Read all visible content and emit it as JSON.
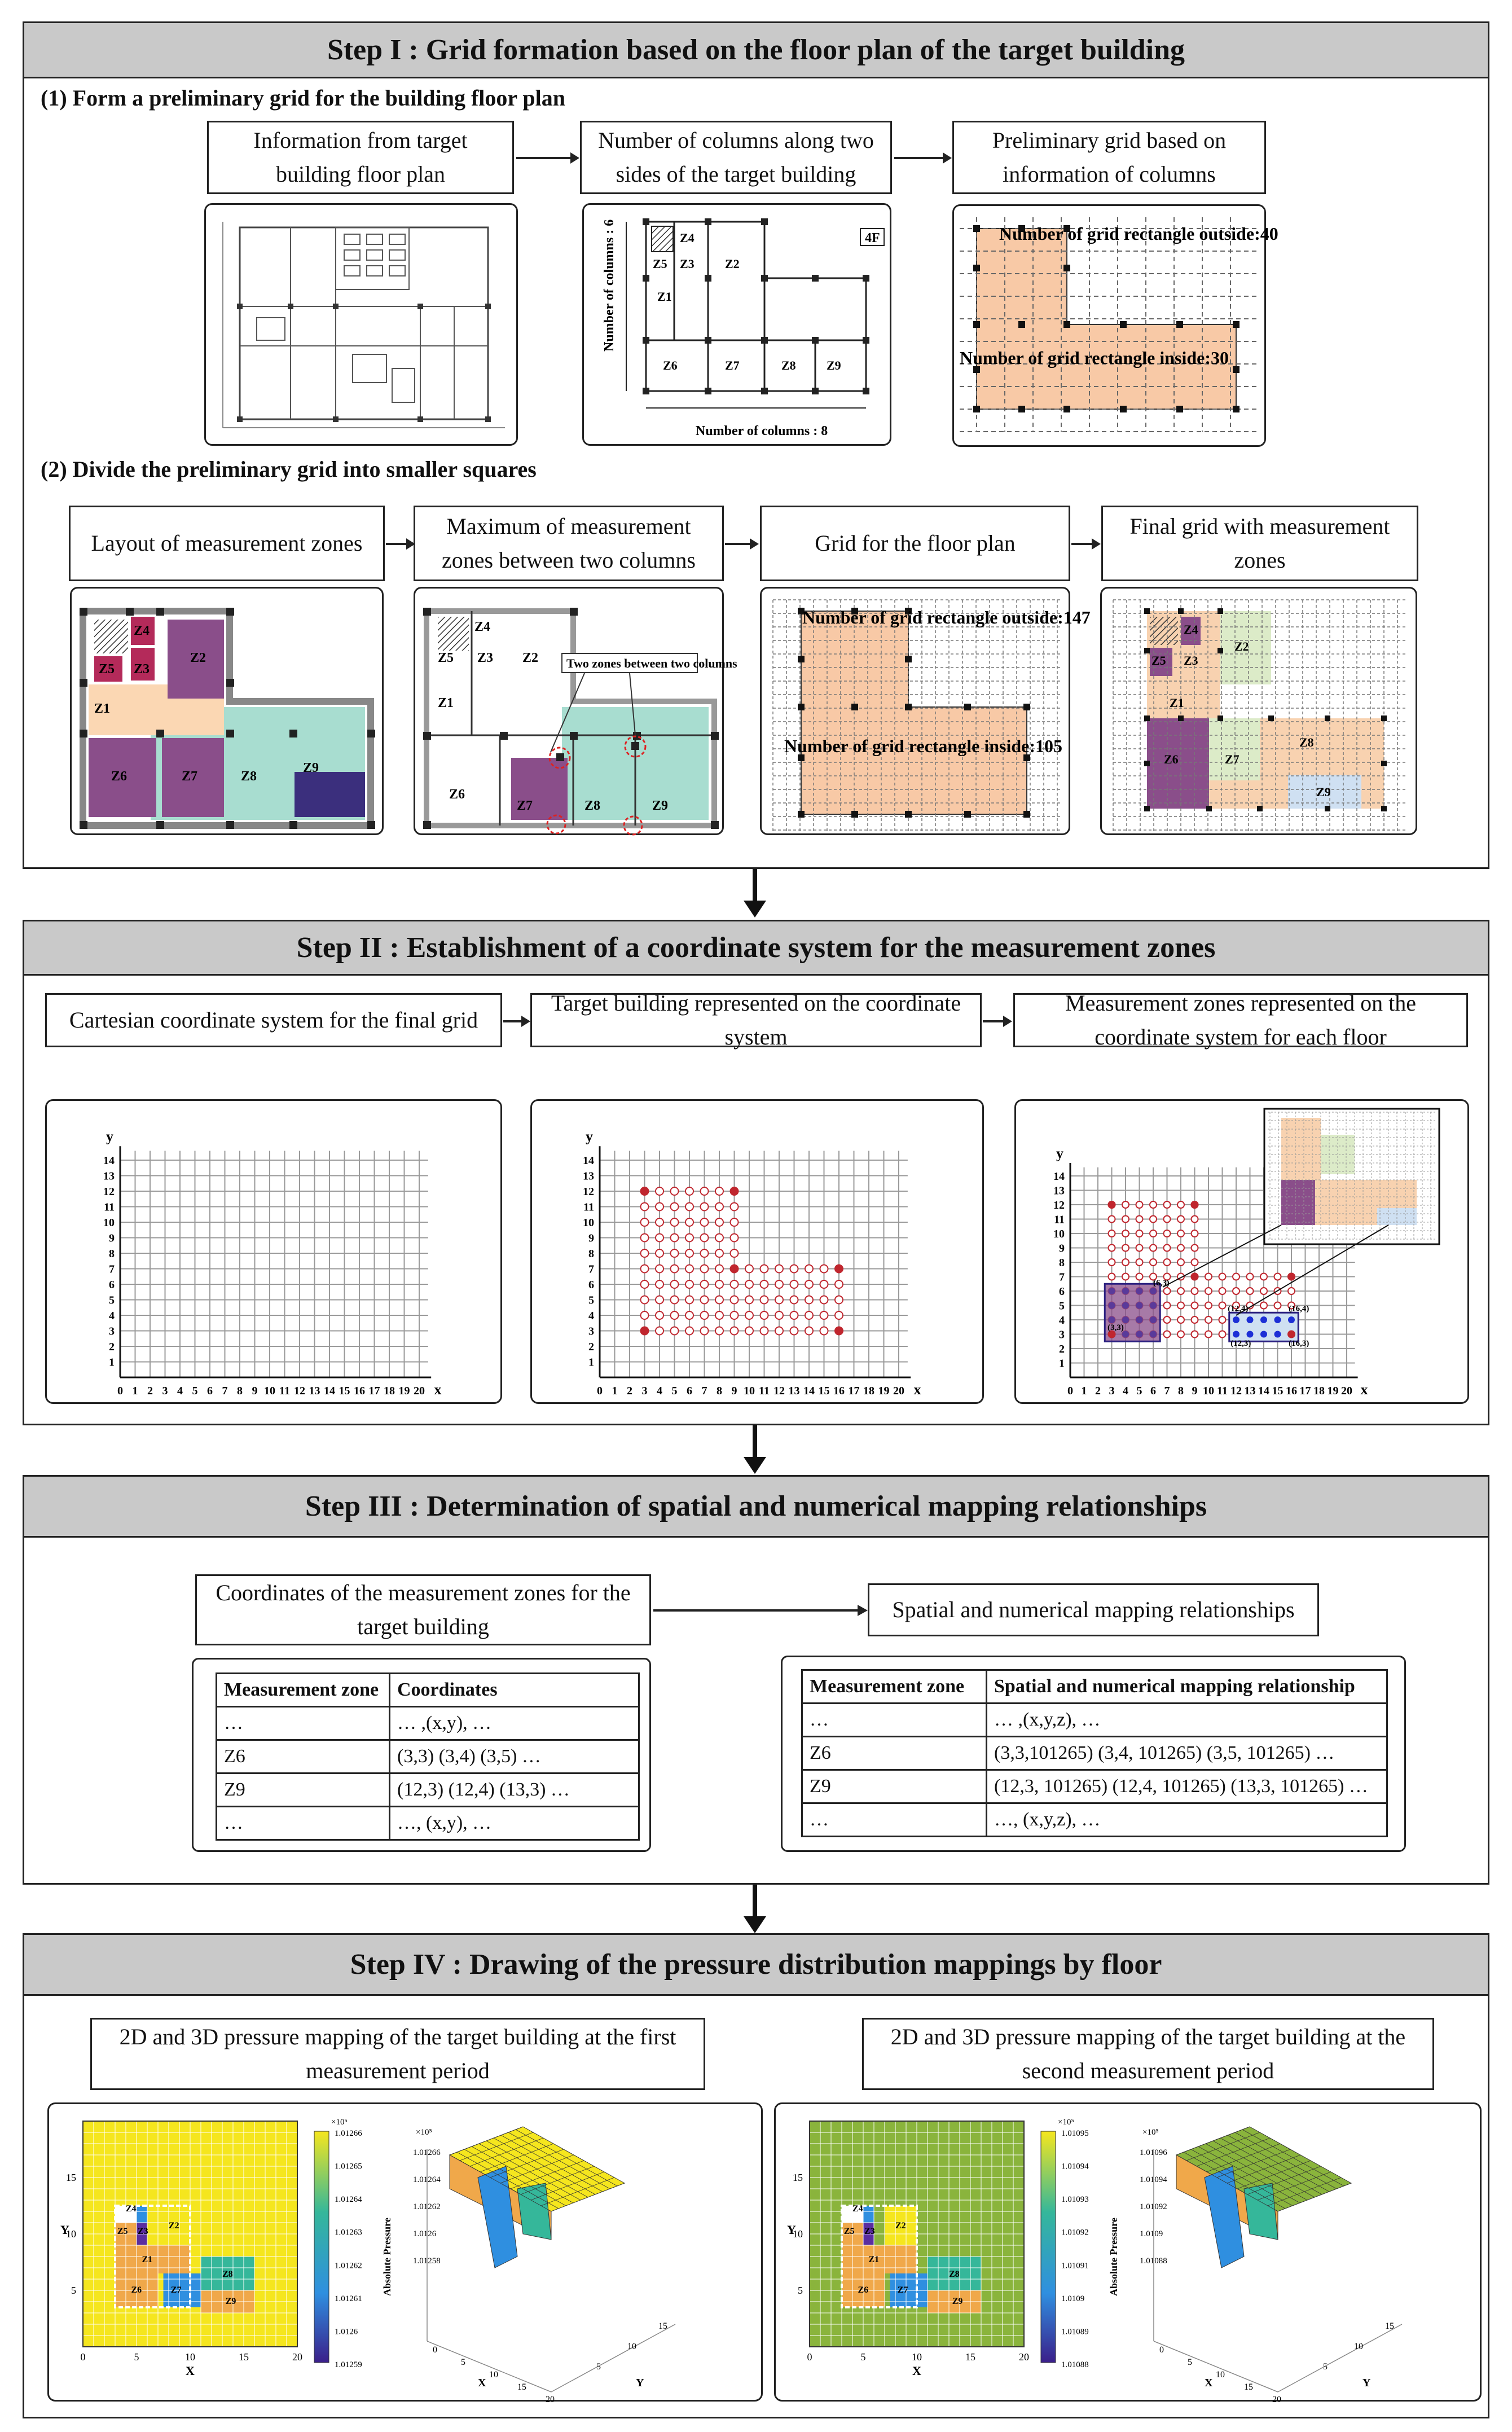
{
  "step1": {
    "title": "Step I : Grid formation based on the floor plan of the target building",
    "sub1": "(1) Form a preliminary grid for the building floor plan",
    "sub2": "(2) Divide the preliminary grid into smaller squares",
    "box_info": "Information from target building floor plan",
    "box_columns": "Number of columns along two sides of the target building",
    "box_prelim": "Preliminary grid based on information of columns",
    "box_layout": "Layout of measurement zones",
    "box_maxzones": "Maximum of measurement zones between two columns",
    "box_gridfloor": "Grid for the floor plan",
    "box_final": "Final grid with measurement zones",
    "floor_label": "4F",
    "cols_vertical": "Number of columns : 6",
    "cols_horizontal": "Number of columns : 8",
    "prelim_outside": "Number of grid rectangle outside:40",
    "prelim_inside": "Number of grid rectangle inside:30",
    "grid_outside": "Number of grid rectangle outside:147",
    "grid_inside": "Number of grid rectangle inside:105",
    "two_zones_note": "Two zones between two columns",
    "zones": [
      "Z1",
      "Z2",
      "Z3",
      "Z4",
      "Z5",
      "Z6",
      "Z7",
      "Z8",
      "Z9"
    ]
  },
  "step2": {
    "title": "Step II : Establishment of a coordinate system for the measurement zones",
    "box_cartesian": "Cartesian coordinate system for the final grid",
    "box_target": "Target building represented on the coordinate system",
    "box_zones": "Measurement zones represented on the coordinate system for each floor",
    "x_label": "x",
    "y_label": "y",
    "x_ticks": [
      "0",
      "1",
      "2",
      "3",
      "4",
      "5",
      "6",
      "7",
      "8",
      "9",
      "10",
      "11",
      "12",
      "13",
      "14",
      "15",
      "16",
      "17",
      "18",
      "19",
      "20"
    ],
    "y_ticks": [
      "1",
      "2",
      "3",
      "4",
      "5",
      "6",
      "7",
      "8",
      "9",
      "10",
      "11",
      "12",
      "13",
      "14"
    ],
    "annot": [
      "(6,3)",
      "(3,3)",
      "(12,4)",
      "(16,4)",
      "(12,3)",
      "(16,3)"
    ]
  },
  "step3": {
    "title": "Step III : Determination of spatial and numerical mapping relationships",
    "box_coords": "Coordinates of the measurement zones for the target building",
    "box_mapping": "Spatial and numerical mapping relationships",
    "table1": {
      "headers": [
        "Measurement zone",
        "Coordinates"
      ],
      "rows": [
        [
          "…",
          "… ,(x,y), …"
        ],
        [
          "Z6",
          "(3,3) (3,4) (3,5) …"
        ],
        [
          "Z9",
          "(12,3) (12,4) (13,3) …"
        ],
        [
          "…",
          "…, (x,y), …"
        ]
      ]
    },
    "table2": {
      "headers": [
        "Measurement zone",
        "Spatial and numerical mapping relationship"
      ],
      "rows": [
        [
          "…",
          "… ,(x,y,z), …"
        ],
        [
          "Z6",
          "(3,3,101265) (3,4, 101265) (3,5, 101265) …"
        ],
        [
          "Z9",
          "(12,3, 101265) (12,4, 101265) (13,3, 101265) …"
        ],
        [
          "…",
          "…, (x,y,z), …"
        ]
      ]
    }
  },
  "step4": {
    "title": "Step IV : Drawing of the pressure distribution mappings by floor",
    "box_first": "2D and 3D pressure mapping of the target building at the first measurement period",
    "box_second": "2D and 3D pressure mapping of the target building at the second measurement period",
    "axis_x": "X",
    "axis_y": "Y",
    "z_label": "Absolute Pressure",
    "exp": "×10⁵",
    "ticks2d_x": [
      "0",
      "5",
      "10",
      "15",
      "20"
    ],
    "ticks2d_y": [
      "5",
      "10",
      "15"
    ],
    "cbar1": [
      "1.01266",
      "1.01265",
      "1.01264",
      "1.01263",
      "1.01262",
      "1.01261",
      "1.0126",
      "1.01259"
    ],
    "cbar2": [
      "1.01095",
      "1.01094",
      "1.01093",
      "1.01092",
      "1.01091",
      "1.0109",
      "1.01089",
      "1.01088"
    ],
    "z3d_1": [
      "1.01266",
      "1.01264",
      "1.01262",
      "1.0126",
      "1.01258"
    ],
    "z3d_2": [
      "1.01096",
      "1.01094",
      "1.01092",
      "1.0109",
      "1.01088"
    ],
    "ticks3d_x": [
      "0",
      "5",
      "10",
      "15",
      "20"
    ],
    "ticks3d_y": [
      "5",
      "10",
      "15"
    ],
    "colors": {
      "yellow": "#f5e61e",
      "green": "#8ab43c",
      "orange": "#f0a84a",
      "blue": "#2f8fe0",
      "teal": "#35b79a",
      "purple": "#5a2ea0"
    }
  }
}
